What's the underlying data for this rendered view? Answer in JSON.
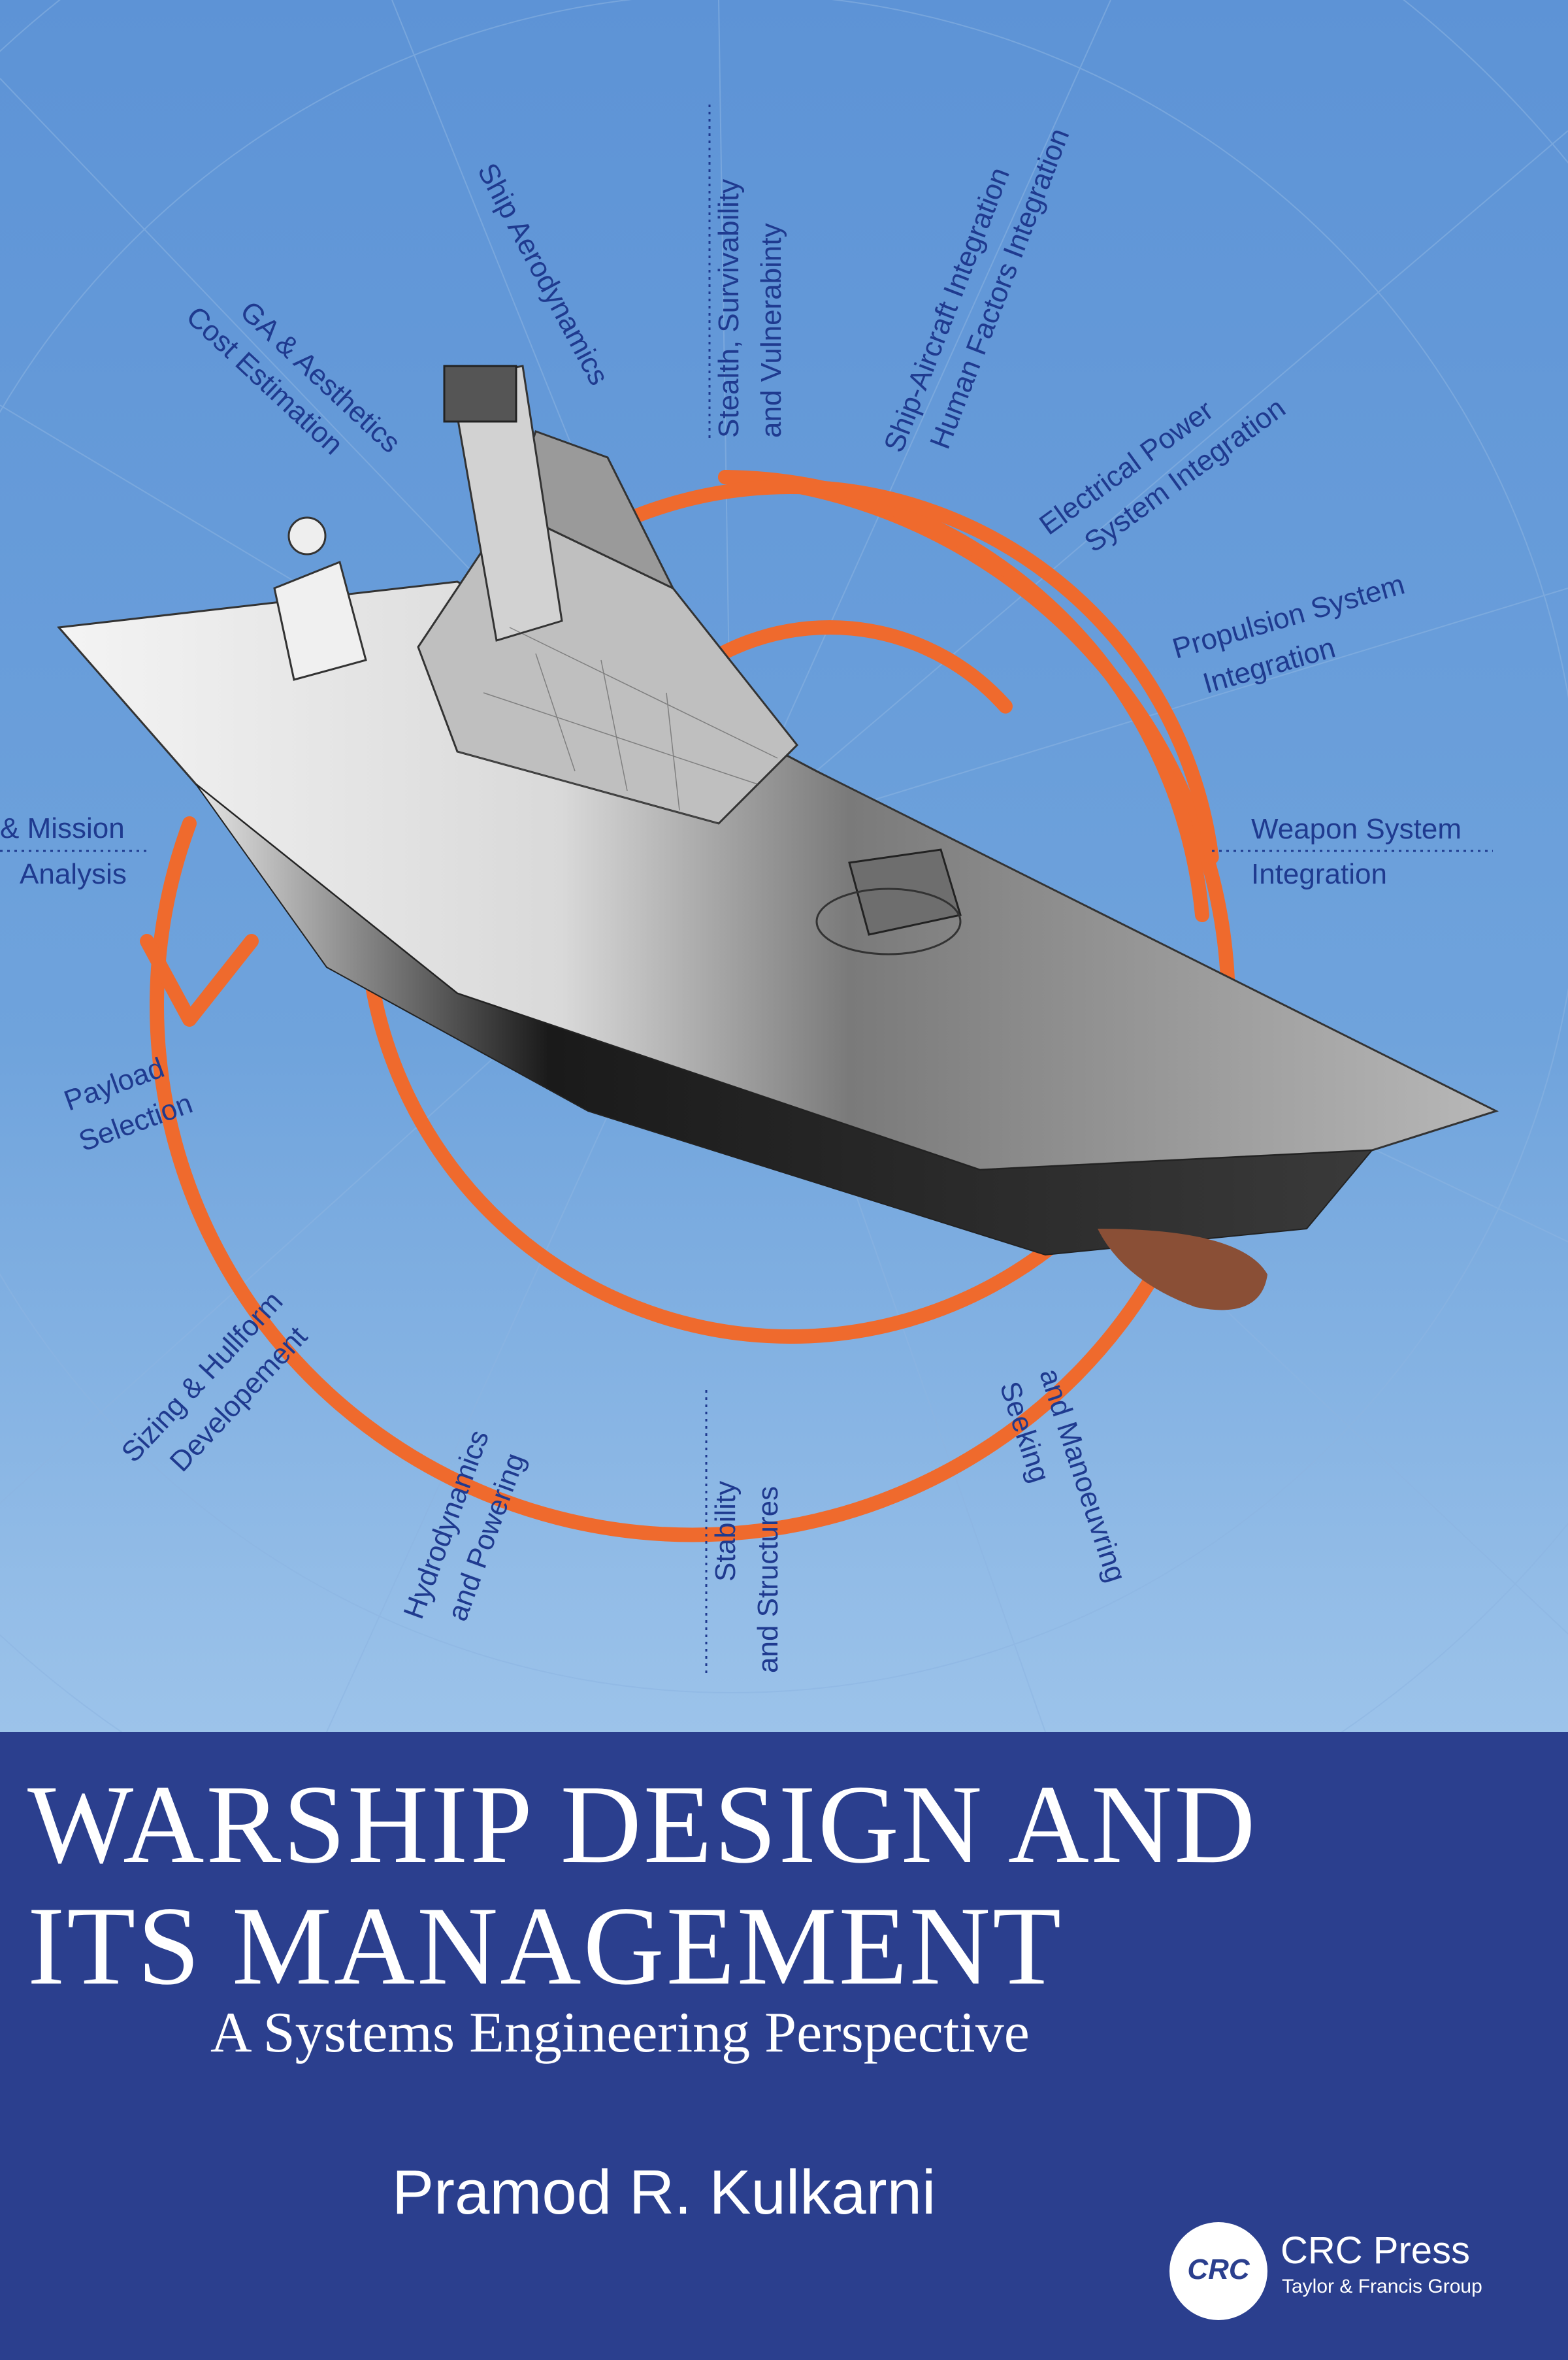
{
  "book": {
    "title": "WARSHIP DESIGN AND ITS MANAGEMENT",
    "title_line1": "WARSHIP DESIGN AND",
    "title_line2": "ITS MANAGEMENT",
    "subtitle": "A Systems Engineering Perspective",
    "author": "Pramod R. Kulkarni"
  },
  "publisher": {
    "logo_text": "CRC",
    "name": "CRC Press",
    "group": "Taylor & Francis Group"
  },
  "diagram": {
    "labels": [
      {
        "id": "mission",
        "lines": [
          "& Mission",
          "Analysis"
        ]
      },
      {
        "id": "ga",
        "lines": [
          "GA & Aesthetics",
          "Cost Estimation"
        ]
      },
      {
        "id": "aero",
        "lines": [
          "Ship Aerodynamics"
        ]
      },
      {
        "id": "stealth",
        "lines": [
          "Stealth, Survivability",
          "and Vulnerabinty"
        ]
      },
      {
        "id": "aircraft",
        "lines": [
          "Ship-Aircraft Integration",
          "Human Factors Integration"
        ]
      },
      {
        "id": "electrical",
        "lines": [
          "Electrical Power",
          "System Integration"
        ]
      },
      {
        "id": "propulsion",
        "lines": [
          "Propulsion System",
          "Integration"
        ]
      },
      {
        "id": "weapon",
        "lines": [
          "Weapon System",
          "Integration"
        ]
      },
      {
        "id": "payload",
        "lines": [
          "Payload",
          "Selection"
        ]
      },
      {
        "id": "sizing",
        "lines": [
          "Sizing & Hullform",
          "Developement"
        ]
      },
      {
        "id": "hydro",
        "lines": [
          "Hydrodynamics",
          "and Powering"
        ]
      },
      {
        "id": "stability",
        "lines": [
          "Stability",
          "and Structures"
        ]
      },
      {
        "id": "seeking",
        "lines": [
          "Seeking",
          "and Manoeuvring"
        ]
      }
    ]
  },
  "colors": {
    "sky": "#6b9fd9",
    "band": "#2b3f8e",
    "spiral": "#ef6a2d",
    "label": "#1f3a8f"
  }
}
